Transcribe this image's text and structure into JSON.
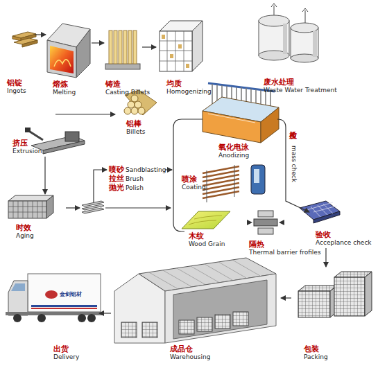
{
  "diagram": {
    "nodes": [
      {
        "text": [
          "铝锭",
          "Ingots"
        ]
      },
      {
        "text": [
          "熔炼",
          "Melting"
        ]
      },
      {
        "text": [
          "铸造",
          "Casting Billets"
        ]
      },
      {
        "text": [
          "均质",
          "Homogenizing"
        ]
      },
      {
        "text": [
          "废水处理",
          "Waste Water Treatment"
        ]
      },
      {
        "text": [
          "铝棒",
          "Billets"
        ]
      },
      {
        "text": [
          "挤压",
          "Extrusion"
        ]
      },
      {
        "text": [
          "氧化电泳",
          "Anodizing"
        ]
      },
      {
        "text": [
          "喷涂",
          "Coating"
        ]
      },
      {
        "text": [
          "时效",
          "Aging"
        ]
      },
      {
        "text": [
          "木纹",
          "Wood Grain"
        ]
      },
      {
        "text": [
          "隔热",
          "Thermal barrier frofiles"
        ]
      },
      {
        "text": [
          "验收",
          "Acceplance check"
        ]
      },
      {
        "text": [
          "出货",
          "Delivery"
        ]
      },
      {
        "text": [
          "成品仓",
          "Warehousing"
        ]
      },
      {
        "text": [
          "包装",
          "Packing"
        ]
      }
    ],
    "edges": [
      {
        "from": 0,
        "to": 1,
        "arrow": "to"
      },
      {
        "from": 1,
        "to": 2,
        "arrow": "to"
      },
      {
        "from": 2,
        "to": 3,
        "arrow": "to"
      },
      {
        "from": 6,
        "to": 9,
        "arrow": "to"
      },
      {
        "from": 12,
        "to": 15,
        "arrow": "to"
      },
      {
        "from": 15,
        "to": 14,
        "arrow": "to"
      },
      {
        "from": 14,
        "to": 13,
        "arrow": "to"
      }
    ],
    "labels": [
      "喷砂",
      "Sandblasting",
      "拉丝",
      "Brush",
      "抛光",
      "Polish",
      "质检",
      "mass check",
      "金剑铝材"
    ]
  }
}
